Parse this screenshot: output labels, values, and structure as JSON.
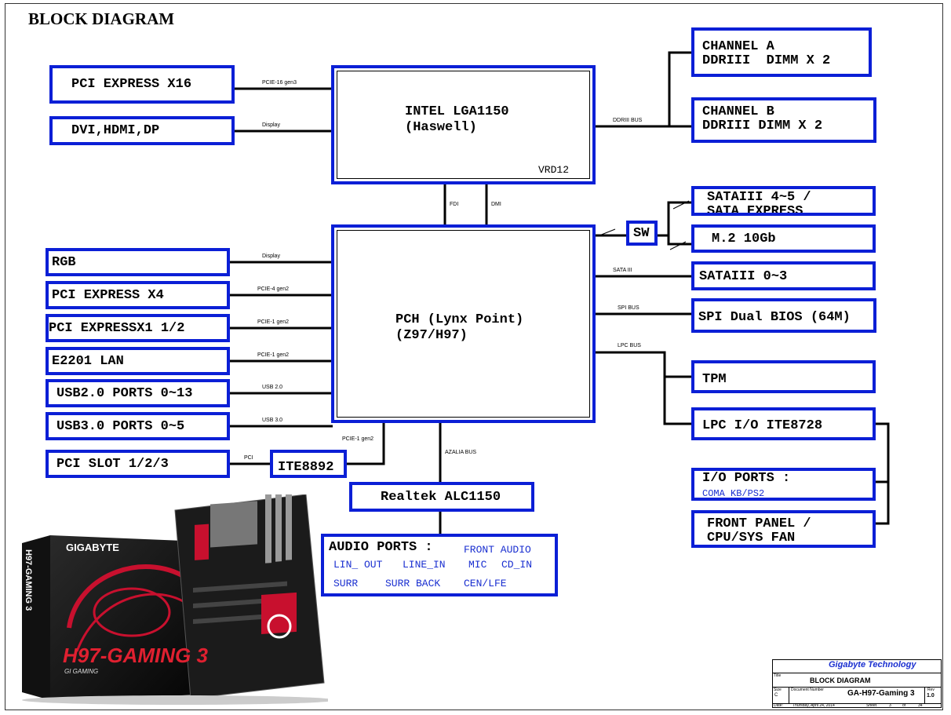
{
  "title": "BLOCK DIAGRAM",
  "cpu": {
    "line1": "INTEL LGA1150",
    "line2": "(Haswell)",
    "vrd": "VRD12"
  },
  "pch": {
    "line1": "PCH (Lynx Point)",
    "line2": "(Z97/H97)"
  },
  "blocks": {
    "pcie16": "PCI EXPRESS X16",
    "dvi": "DVI,HDMI,DP",
    "rgb": "RGB",
    "pcie4": "PCI EXPRESS X4",
    "pcie1": "PCI EXPRESSX1 1/2",
    "lan": "E2201 LAN",
    "usb2": "USB2.0 PORTS 0~13",
    "usb3": "USB3.0 PORTS 0~5",
    "pci_slot": "PCI SLOT 1/2/3",
    "ite8892": "ITE8892",
    "realtek": "Realtek ALC1150",
    "chan_a1": "CHANNEL A",
    "chan_a2": "DDRIII  DIMM X 2",
    "chan_b1": "CHANNEL B",
    "chan_b2": "DDRIII DIMM X 2",
    "sata45_1": "SATAIII 4~5 /",
    "sata45_2": "SATA_EXPRESS",
    "m2": "M.2 10Gb",
    "sw": "SW",
    "sata03": "SATAIII 0~3",
    "spi": "SPI Dual BIOS (64M)",
    "tpm": "TPM",
    "lpc": "LPC I/O ITE8728",
    "io_title": "I/O PORTS :",
    "io_sub": "COMA  KB/PS2",
    "front1": "FRONT PANEL /",
    "front2": "CPU/SYS FAN"
  },
  "audio": {
    "title": "AUDIO PORTS :",
    "front": "FRONT AUDIO",
    "row1": [
      "LIN_ OUT",
      "LINE_IN",
      "MIC",
      "CD_IN"
    ],
    "row2": [
      "SURR",
      "SURR BACK",
      "CEN/LFE"
    ]
  },
  "bus_labels": {
    "pcie16": "PCIE-16 gen3",
    "display_top": "Display",
    "ddr": "DDRIII BUS",
    "fdi": "FDI",
    "dmi": "DMI",
    "display_rgb": "Display",
    "pcie4": "PCIE-4 gen2",
    "pcie1a": "PCIE-1 gen2",
    "pcie1b": "PCIE-1 gen2",
    "usb2": "USB 2.0",
    "usb3": "USB 3.0",
    "pcie_ite": "PCIE-1 gen2",
    "pci": "PCI",
    "azalia": "AZALIA BUS",
    "sata3": "SATA III",
    "spi": "SPI BUS",
    "lpc": "LPC BUS"
  },
  "product": {
    "brand": "GIGABYTE",
    "model": "H97-GAMING 3",
    "side_model": "H97-GAMING 3",
    "tagline": "GI GAMING"
  },
  "title_block": {
    "company": "Gigabyte Technology",
    "title_label": "Title",
    "title": "BLOCK DIAGRAM",
    "size_label": "Size",
    "size": "C",
    "docnum_label": "Document Number",
    "doc": "GA-H97-Gaming 3",
    "rev_label": "Rev",
    "rev": "1.0",
    "date_label": "Date:",
    "date": "Thursday, April 24, 2014",
    "sheet_label": "Sheet",
    "sheet": "3",
    "of_label": "of",
    "total": "34"
  },
  "colors": {
    "block_border": "#0b1fd6",
    "line": "#000000",
    "sub_text": "#1a2fd0",
    "box_red": "#c8102e"
  }
}
